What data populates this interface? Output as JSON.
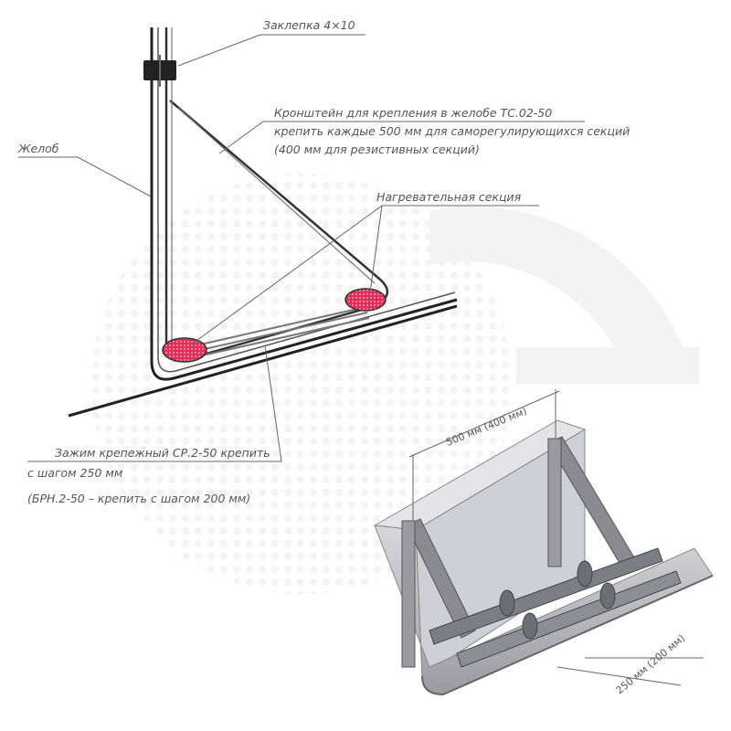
{
  "labels": {
    "rivet": "Заклепка 4×10",
    "bracket_line1": "Кронштейн для крепления в желобе ТС.02-50",
    "bracket_line2": "крепить каждые 500 мм для саморегулирующихся секций",
    "bracket_line3": "(400 мм для резистивных секций)",
    "gutter": "Желоб",
    "heating_section": "Нагревательная секция",
    "clamp_line1": "Зажим крепежный СР.2-50 крепить",
    "clamp_line2": "с шагом 250 мм",
    "clamp_line3": "(БРН.2-50 – крепить с шагом 200 мм)"
  },
  "dimensions": {
    "bracket_spacing": "500 мм (400 мм)",
    "clamp_spacing": "250 мм (200 мм)"
  },
  "colors": {
    "heating_cable": "#e0305a",
    "line": "#333333",
    "watermark": "#f0f0f0"
  }
}
